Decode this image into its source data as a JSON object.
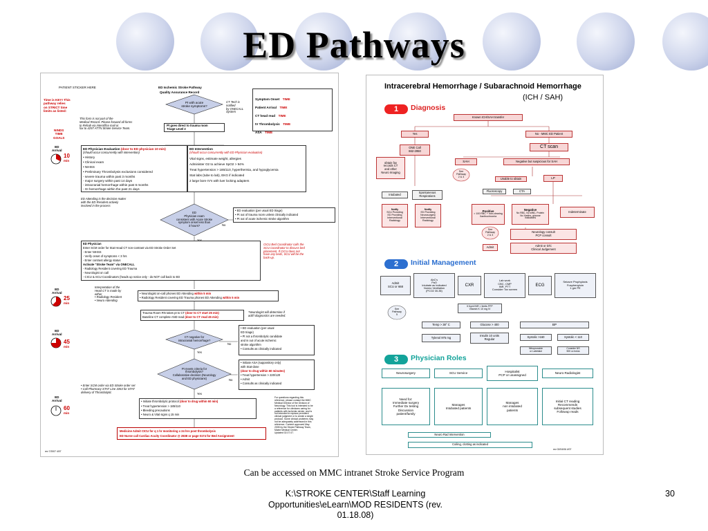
{
  "slide": {
    "title": "ED Pathways",
    "caption": "Can be accessed on MMC intranet Stroke Service Program",
    "footer_lines": [
      "K:\\STROKE CENTER\\Staff Learning",
      "Opportunities\\eLearn\\MOD RESIDENTS (rev.",
      "01.18.08)"
    ],
    "page_number": "30",
    "accent_color": "#c7cfe8"
  },
  "left_doc": {
    "patient_sticker": "PATIENT STICKER HERE",
    "title_1": "ED Ischemic Stroke Pathway",
    "title_2": "Quality Assurance Record",
    "time_key": [
      "Time is KEY! This",
      "pathway relies",
      "on STRICT time",
      "limits as listed:"
    ],
    "record_note": [
      "This form is not part of the",
      "Medical Record. Please forward all forms",
      "to Rehab via interoffice mail or",
      "fax to 4257 ATTN Stroke Service Team."
    ],
    "ninds": [
      "NINDS",
      "TIME",
      "GOALS"
    ],
    "diamond_1": [
      "Pt with acute",
      "stroke symptoms?"
    ],
    "ct_tech_note": [
      "CT Tech is",
      "notified",
      "by ONECALL",
      "System"
    ],
    "triage_box": [
      "Pt goes direct to trauma room",
      "Triage Level 2"
    ],
    "times_table": [
      {
        "label": "Symptom Onset",
        "red": "TIME"
      },
      {
        "label": "Patient Arrival",
        "red": "TIME"
      },
      {
        "label": "CT head read",
        "red": "TIME"
      },
      {
        "label": "IV Thrombolysis",
        "red": "TIME"
      },
      {
        "label": "ASA",
        "red": "TIME"
      }
    ],
    "ed_arrival": [
      "ED",
      "Arrival"
    ],
    "timers": [
      {
        "value": "10",
        "unit": "min"
      },
      {
        "value": "25",
        "unit": "min"
      },
      {
        "value": "45",
        "unit": "min"
      },
      {
        "value": "60",
        "unit": "min"
      }
    ],
    "eval_box": {
      "head": "ED Physician Evaluation",
      "head_red": "(door to ED physician 10 min)",
      "sub": "(should occur concurrently with intervention)",
      "lines": [
        "• History",
        "• Clinical exam",
        "• NIHSS",
        "• Preliminary Thrombolysis exclusions considered",
        "  - severe trauma within past 3 months",
        "  - major surgery within past 14 days",
        "  - intracranial hemorrhage within past 6 months",
        "  - GI hemorrhage within the past 21 days"
      ]
    },
    "intervention_box": {
      "head": "ED Intervention",
      "sub": "(should occur concurrently with ED Physician evaluation)",
      "lines": [
        "Vital signs, estimate weight, allergies",
        "Administer O2 to achieve SpO2 > 94%",
        "Treat hypertension > 185/110, hyperthermia, and hypoglycemia",
        "Stat labs (tube to lab), EKG if indicated",
        "2 large bore IV's with luer locking adapters"
      ]
    },
    "attending_note": [
      "ED Attending is the decision-maker",
      "with the ED Resident actively",
      "involved in the process"
    ],
    "diamond_2": [
      "ED",
      "Physician exam",
      "consistent with Acute Stroke",
      "symptom onset less than",
      "3 hours?"
    ],
    "yes": "Yes",
    "no": "No",
    "triage_right": [
      "• ED evaluation (per usual ED triage)",
      "• Pt out of trauma room unless clinically indicated",
      "• Pt out of acute ischemic stroke algorithm"
    ],
    "physician_box": [
      "ED Physician",
      "Enter SCM order for Stat Head CT non-contrast via ED Stroke Order Set",
      "  - Enter NIHSS",
      "  - Verify onset of symptoms < 3 hrs",
      "  - Enter contrast allergy status",
      "Activate \"Stroke Team\" via ONECALL",
      "  - Radiology Resident covering ED Trauma",
      "  - Neurologist on call",
      "  - CICU & SCU Coordinators (heads up notice only - do NOT call back to ED"
    ],
    "cicu_note": [
      "CICU Bed Coordinator calls the",
      "SCU Coordinator to discuss bed",
      "placement. If CICU does not",
      "have any beds, SCU will be the",
      "back-up."
    ],
    "interpretation_note": [
      "Interpretation of the",
      "Head CT is made by",
      "either",
      "• Radiology Resident",
      "• Neuro Attending"
    ],
    "neuro_box": [
      "• Neurologist on-call phones ED Attending",
      "• Radiology Resident covering ED Trauma phones ED Attending"
    ],
    "neuro_red": [
      "within 5 min",
      "within 5 min"
    ],
    "trauma_box": [
      "Trauma Room RN takes pt to CT",
      "Baseline CT complete AND read"
    ],
    "trauma_red": [
      "(door to CT start 25 min)",
      "(door to CT read 45 min)"
    ],
    "neuro_will": [
      "*Neurologist will determine if",
      "add'l diagnostics are needed."
    ],
    "diamond_3": [
      "CT negative for",
      "intracranial hemorrhage?"
    ],
    "ct_no_box": [
      "• ED evaluation (per usual",
      "  ED triage)",
      "• Pt not a thrombolytic candidate",
      "  and is out of acute ischemic",
      "  stroke algorithm",
      "• Consults as clinically indicated"
    ],
    "diamond_4": [
      "Pt meets criteria for",
      "thrombolysis?",
      "Collaborative decision (Neurology",
      "and ED physicians)"
    ],
    "asa_box": [
      "• Initiate ASA (suppository only)",
      "  with Stat-dose",
      "  (door to drug within 60 minutes)",
      "• Treat hypertension > 220/120",
      "• Admit",
      "• Consults as clinically indicated"
    ],
    "scm_note": [
      "• Enter SCM order via ED Stroke order set",
      "• Call Pharmacy STAT Line 3353 for STAT",
      "  delivery of Thrombolytic"
    ],
    "initiate_box": [
      "• Initiate thrombolytic protocol",
      "• Treat hypertension > 185/110",
      "• Bleeding precautions",
      "• Neuro & Vital signs q 15 min"
    ],
    "initiate_red": "(door to drug within 60 min)",
    "questions_note": [
      "For questions regarding this",
      "reference, please contact the MMC",
      "Medical Director of the Division of",
      "Neurology. This tool is intended to be",
      "a reference for clinicians caring for",
      "patients with ischemic stroke, and is",
      "not intended to replace providers'",
      "clinical judgment or to create a single",
      "protocol. Some clinical problems may",
      "not be adequately addressed in this",
      "reference. Content approved May",
      "2005 by the Stroke Pathway Team,",
      "Maine Medical Center.",
      "Updated 02.07.07."
    ],
    "admit_box": [
      "Medicine Admit CICU for q 1 hr monitoring x 24 hrs post thrombolysis",
      "ED Nurse call Cardiac Acuity Coordinator @ 2838 or page 0174 for Bed Assignment"
    ],
    "rev": "rev 7/2007   4/07"
  },
  "right_doc": {
    "title": "Intracerebral Hemorrhage / Subarachnoid Hemorrhage",
    "subtitle": "(ICH / SAH)",
    "sections": [
      {
        "num": "1",
        "label": "Diagnosis"
      },
      {
        "num": "2",
        "label": "Initial Management"
      },
      {
        "num": "3",
        "label": "Physician Roles"
      }
    ],
    "diag": {
      "known": "Known ICH/SAH transfer",
      "yes": "Yes",
      "no_mmc": "No - MMC ED Patient",
      "one_call": [
        "ONE Call",
        "662-2950"
      ],
      "ct_scan": "CT scan",
      "obtain_fax": [
        "obtain fax",
        "records CT",
        "and other",
        "Neuro Imaging"
      ],
      "sah": "SAH",
      "neg_sah": "Negative but suspicious for SAH",
      "see_path": [
        "See",
        "Pathway",
        "2 & 3"
      ],
      "unable": "Unable to obtain",
      "lp": "LP",
      "fluoro": "Fluoroscopy",
      "cta": "CTA",
      "intubated": "Intubated",
      "spont": [
        "Spontaneous",
        "Respirations"
      ],
      "notify_1": [
        "Notify",
        "SCU Providing",
        "ED Providing",
        "Interventional",
        "Radiology"
      ],
      "notify_2": [
        "Notify",
        "ED Providing",
        "Neurosurgery",
        "Interventional",
        "Radiology"
      ],
      "positive": [
        "Positive",
        "> 100 RBC + non-clearing",
        "Xanthochromia"
      ],
      "negative": [
        "Negative",
        "No RBC, No WBC, Protein",
        "No Xantho, glucose",
        "Indications"
      ],
      "indeterminate": "Indeterminate",
      "see_path2": [
        "See",
        "Pathway",
        "2 & 3"
      ],
      "neuro_consult": [
        "Neurology consult",
        "PCP consult"
      ],
      "admit": "Admit",
      "admit_dc": [
        "Admit or D/C",
        "Clinical Judgement"
      ]
    },
    "mgmt": {
      "admit_scu": [
        "Admit",
        "SCU or 668"
      ],
      "abcs": [
        "AbC's",
        "PaO",
        "Intubate as Indicated",
        "Normo Ventilation",
        "(PCO2 30-35)"
      ],
      "cxr": "CXR",
      "labs": [
        "Lab work",
        "CBC, CMP",
        "INR, PTT",
        "Consider Tox screen"
      ],
      "ecg": "ECG",
      "seizure": [
        "Seizure Prophylaxis",
        "Fosphenytoin",
        "1 gm PE"
      ],
      "see_path5": [
        "See",
        "Pathway",
        "5"
      ],
      "aprn": [
        "If Apnl INR > limits FFP",
        "Vitamin K 10 mg IV"
      ],
      "temp": "Temp > 38° C",
      "glucose": "Glucose > 400",
      "bp": "BP",
      "tylenol": "Tylenol 975 mg",
      "insulin": [
        "Insulin 10 units",
        "Regular"
      ],
      "sys160": "Systolic >160",
      "sys110": "Systolic < 110",
      "labetalol": [
        "Nitroprusside",
        "or Labetalol"
      ],
      "consider_ns": [
        "Consider NS",
        "500 cc bolus"
      ]
    },
    "roles": {
      "heads": [
        "Neurosurgery",
        "SCU Service",
        "Hospitalist\nPCP or unassigned",
        "Neuro Radiologist"
      ],
      "need": [
        "Need for:",
        "Immediate surgery",
        "Further Dx testing",
        "Discussion",
        "patient/family"
      ],
      "manages_1": [
        "Manages",
        "Intubated patients"
      ],
      "manages_2": [
        "Manages",
        "non intubated",
        "patients"
      ],
      "initial_ct": [
        "Initial CT reading",
        "Recommends",
        "subsequent studies",
        "Followup reads"
      ],
      "neuro_rad": "Neuro Rad Intervention",
      "coiling": "Coiling, clotting as indicated"
    },
    "rev": "rev 02/04/06   4/07"
  }
}
